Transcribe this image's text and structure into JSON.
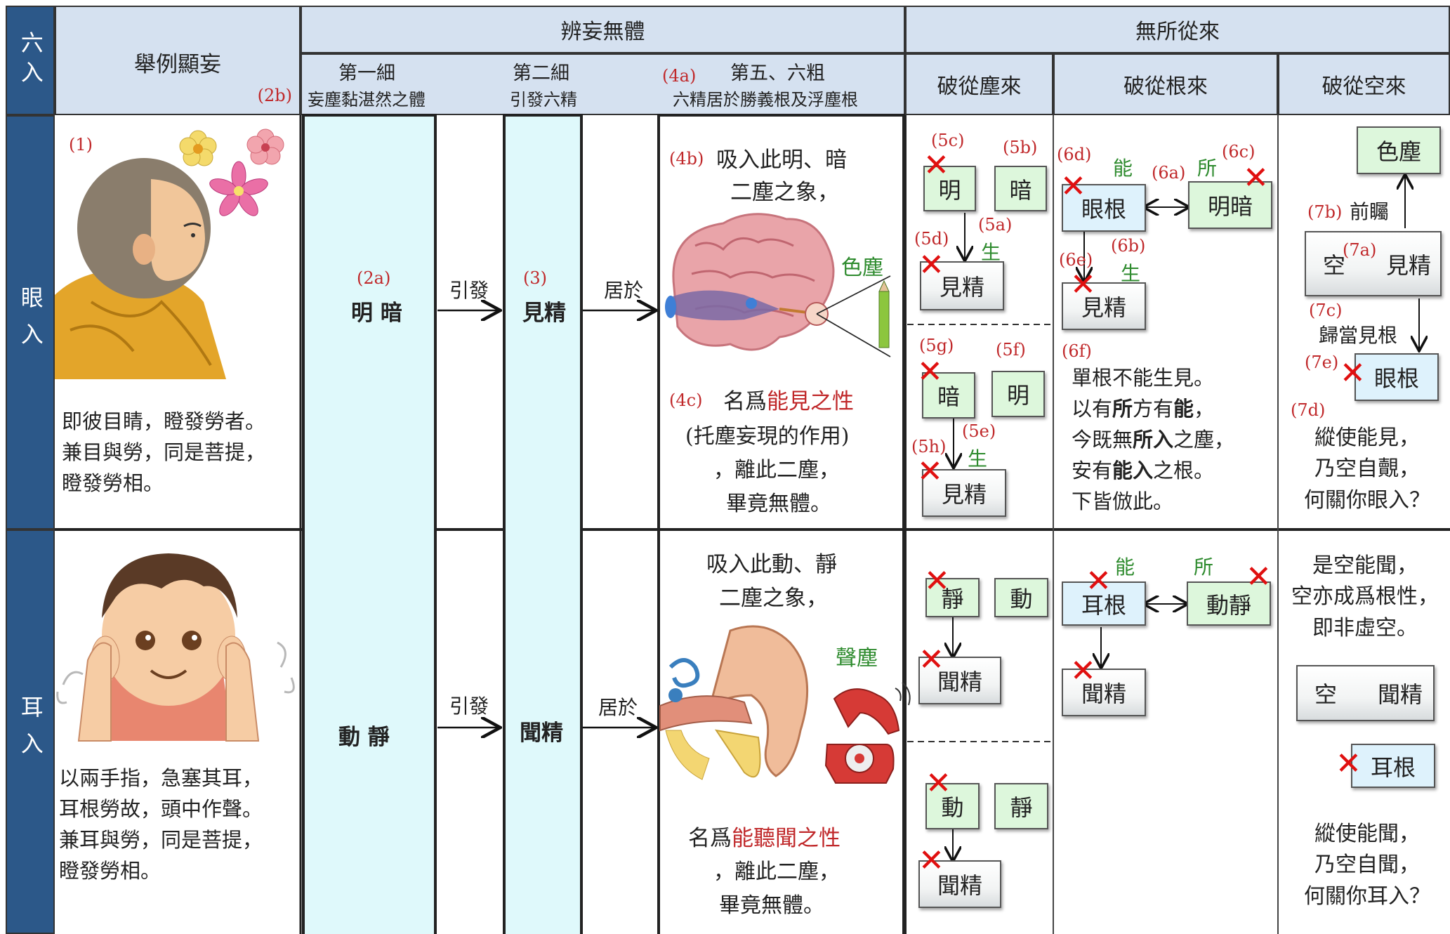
{
  "header": {
    "six": "六入",
    "example": "舉例顯妄",
    "example_tag": "(2b)",
    "no_body": "辨妄無體",
    "no_origin": "無所從來",
    "first_title": "第一細",
    "first_sub": "妄塵黏湛然之體",
    "second_title": "第二細",
    "second_sub": "引發六精",
    "fifth_tag": "(4a)",
    "fifth_title": "第五、六粗",
    "fifth_sub": "六精居於勝義根及浮塵根",
    "dust": "破從塵來",
    "root": "破從根來",
    "space": "破從空來"
  },
  "rows": {
    "eye": "眼入",
    "ear": "耳入"
  },
  "eye": {
    "tag1": "(1)",
    "text": [
      "即彼目睛，瞪發勞者。",
      "兼目與勞，同是菩提，",
      "瞪發勞相。"
    ],
    "tag2a": "(2a)",
    "dust_pair": "明 暗",
    "arrow1": "引發",
    "tag3": "(3)",
    "essence": "見精",
    "arrow2": "居於",
    "tag4b": "(4b)",
    "absorb1": "吸入此明、暗",
    "absorb2": "二塵之象，",
    "brain_label": "色塵",
    "tag4c": "(4c)",
    "name_pre": "名爲",
    "name_hl": "能見之性",
    "func": "(托塵妄現的作用)",
    "leave": "，離此二塵，",
    "nobody": "畢竟無體。",
    "d": {
      "t5c": "(5c)",
      "t5b": "(5b)",
      "ming": "明",
      "an": "暗",
      "t5d": "(5d)",
      "t5a": "(5a)",
      "sheng": "生",
      "jian": "見精",
      "t5g": "(5g)",
      "t5f": "(5f)",
      "an2": "暗",
      "ming2": "明",
      "t5h": "(5h)",
      "t5e": "(5e)",
      "sheng2": "生",
      "jian2": "見精"
    },
    "r": {
      "t6d": "(6d)",
      "neng": "能",
      "t6a": "(6a)",
      "suo": "所",
      "t6c": "(6c)",
      "root": "眼根",
      "pair": "明暗",
      "t6e": "(6e)",
      "t6b": "(6b)",
      "sheng": "生",
      "jian": "見精",
      "t6f": "(6f)",
      "l1": "單根不能生見。",
      "l2a": "以有",
      "l2b": "所",
      "l2c": "方有",
      "l2d": "能",
      "l2e": "，",
      "l3a": "今既無",
      "l3b": "所入",
      "l3c": "之塵，",
      "l4a": "安有",
      "l4b": "能入",
      "l4c": "之根。",
      "l5": "下皆倣此。"
    },
    "s": {
      "dust": "色塵",
      "t7b": "(7b)",
      "before": "前矚",
      "t7a": "(7a)",
      "kong": "空",
      "jian": "見精",
      "t7c": "(7c)",
      "back": "歸當見根",
      "t7e": "(7e)",
      "root": "眼根",
      "t7d": "(7d)",
      "l1": "縱使能見，",
      "l2": "乃空自覿，",
      "l3": "何關你眼入？"
    }
  },
  "ear": {
    "text": [
      "以兩手指，急塞其耳，",
      "耳根勞故，頭中作聲。",
      "兼耳與勞，同是菩提，",
      "瞪發勞相。"
    ],
    "dust_pair": "動 靜",
    "arrow1": "引發",
    "essence": "聞精",
    "arrow2": "居於",
    "absorb1": "吸入此動、靜",
    "absorb2": "二塵之象，",
    "ear_label": "聲塵",
    "name_pre": "名爲",
    "name_hl": "能聽聞之性",
    "leave": "，離此二塵，",
    "nobody": "畢竟無體。",
    "d": {
      "jing": "靜",
      "dong": "動",
      "wen": "聞精",
      "dong2": "動",
      "jing2": "靜",
      "wen2": "聞精"
    },
    "r": {
      "neng": "能",
      "suo": "所",
      "root": "耳根",
      "pair": "動靜",
      "wen": "聞精"
    },
    "s": {
      "l1": "是空能聞，",
      "l2": "空亦成爲根性，",
      "l3": "即非虛空。",
      "kong": "空",
      "wen": "聞精",
      "root": "耳根",
      "m1": "縱使能聞，",
      "m2": "乃空自聞，",
      "m3": "何關你耳入？"
    }
  },
  "colors": {
    "header_bg": "#d5e1f0",
    "side_bg": "#2c5889",
    "column_bg": "#dff9fb",
    "red": "#c0282a",
    "green": "#2e8b2e",
    "cross": "#e01010"
  }
}
